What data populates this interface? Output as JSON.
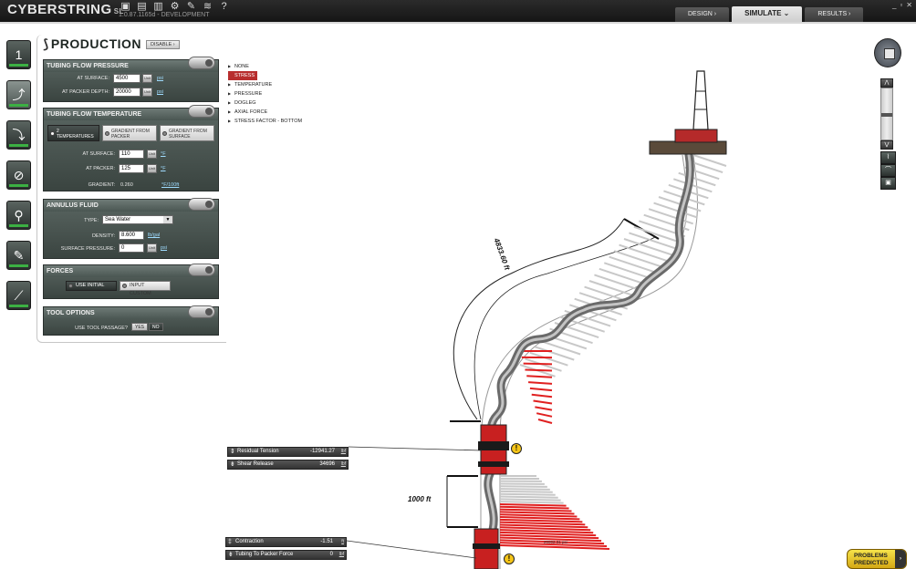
{
  "app": {
    "logo": "CYBERSTRING",
    "logo_suffix": "SL",
    "version": "1.0.87.1165d - DEVELOPMENT",
    "window_controls": [
      "_",
      "▫",
      "✕"
    ]
  },
  "toolbar_icons": [
    "save-icon",
    "new-file-icon",
    "open-folder-icon",
    "settings-gears-icon",
    "wrench-icon",
    "layers-icon",
    "help-icon"
  ],
  "toolbar_glyphs": [
    "▣",
    "▤",
    "▥",
    "⚙",
    "✎",
    "≋",
    "?"
  ],
  "tabs": [
    {
      "label": "DESIGN ›"
    },
    {
      "label": "SIMULATE ⌄"
    },
    {
      "label": "RESULTS ›"
    }
  ],
  "sidebar": {
    "items": [
      {
        "glyph": "1"
      },
      {
        "glyph": "⤴"
      },
      {
        "glyph": "⤵"
      },
      {
        "glyph": "⊘"
      },
      {
        "glyph": "⚲"
      },
      {
        "glyph": "✎"
      },
      {
        "glyph": "⟋"
      }
    ]
  },
  "production": {
    "title": "PRODUCTION",
    "disable_label": "DISABLE ›"
  },
  "tubing_pressure": {
    "title": "TUBING FLOW PRESSURE",
    "at_surface_label": "AT SURFACE:",
    "at_surface_value": "4500",
    "at_packer_label": "AT PACKER DEPTH:",
    "at_packer_value": "20000",
    "unit": "psi",
    "unit_btn": "Unit"
  },
  "tubing_temp": {
    "title": "TUBING FLOW TEMPERATURE",
    "options": [
      "2 TEMPERATURES",
      "GRADIENT FROM PACKER",
      "GRADIENT FROM SURFACE"
    ],
    "at_surface_label": "AT SURFACE:",
    "at_surface_value": "110",
    "at_packer_label": "AT PACKER:",
    "at_packer_value": "125",
    "unit": "°F",
    "gradient_label": "GRADIENT:",
    "gradient_value": "0.260",
    "gradient_unit": "°F/100ft"
  },
  "annulus": {
    "title": "ANNULUS FLUID",
    "type_label": "TYPE:",
    "type_value": "Sea Water",
    "density_label": "DENSITY:",
    "density_value": "8.600",
    "density_unit": "lb/gal",
    "surface_pressure_label": "SURFACE PRESSURE:",
    "surface_pressure_value": "0",
    "surface_pressure_unit": "psi"
  },
  "forces": {
    "title": "FORCES",
    "use_initial": "USE INITIAL",
    "input_custom": "INPUT CUSTOM"
  },
  "tool_options": {
    "title": "TOOL OPTIONS",
    "passage_label": "USE TOOL PASSAGE?",
    "yes": "YES",
    "no": "NO"
  },
  "results_options": [
    {
      "label": "NONE",
      "selected": false
    },
    {
      "label": "STRESS",
      "selected": true
    },
    {
      "label": "TEMPERATURE",
      "selected": false
    },
    {
      "label": "PRESSURE",
      "selected": false
    },
    {
      "label": "DOGLEG",
      "selected": false
    },
    {
      "label": "AXIAL FORCE",
      "selected": false
    },
    {
      "label": "STRESS FACTOR - BOTTOM",
      "selected": false
    }
  ],
  "drawing": {
    "distance_top": "4833.60 ft",
    "distance_bottom": "1000 ft",
    "small_note": "20002.31 psi",
    "colors": {
      "stress": "#e02020",
      "tubing": "#8a8a8a",
      "rig": "#b52a2a"
    }
  },
  "info_boxes": {
    "residual_tension": {
      "label": "Residual Tension",
      "value": "-12941.27",
      "unit": "lbf"
    },
    "shear_release": {
      "label": "Shear Release",
      "value": "34696",
      "unit": "lbf"
    },
    "contraction": {
      "label": "Contraction",
      "value": "-1.51",
      "unit": "ft"
    },
    "tubing_force": {
      "label": "Tubing To Packer Force",
      "value": "0",
      "unit": "lbf"
    }
  },
  "warnings": {
    "glyph": "!"
  },
  "view_controls": {
    "zoom_in": "⋀",
    "zoom_out": "⋁",
    "tools": [
      "⌇",
      "⌒",
      "▣"
    ]
  },
  "problems": {
    "line1": "PROBLEMS",
    "line2": "PREDICTED",
    "arrow": "›"
  }
}
